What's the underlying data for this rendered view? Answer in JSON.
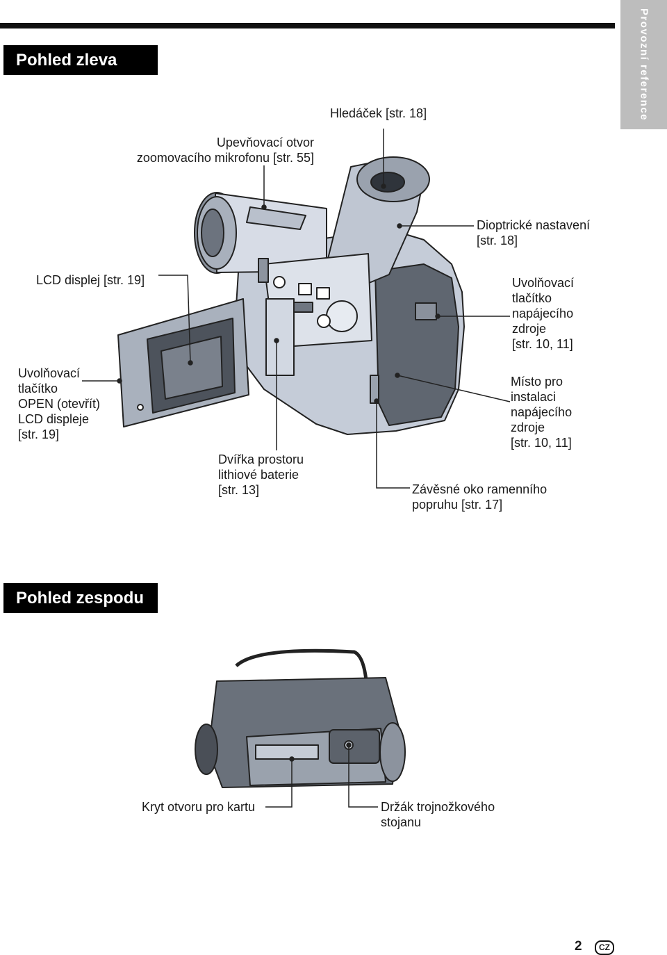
{
  "side_tab": "Provozní reference",
  "sections": {
    "left_view": "Pohled zleva",
    "bottom_view": "Pohled zespodu"
  },
  "left_labels": {
    "mic_mount": [
      "Upevňovací otvor",
      "zoomovacího mikrofonu [str. 55]"
    ],
    "viewfinder": [
      "Hledáček [str. 18]"
    ],
    "diopter": [
      "Dioptrické nastavení",
      "[str. 18]"
    ],
    "lcd_display": [
      "LCD displej [str. 19]"
    ],
    "power_release": [
      "Uvolňovací",
      "tlačítko",
      "napájecího",
      "zdroje",
      "[str. 10, 11]"
    ],
    "lcd_open": [
      "Uvolňovací",
      "tlačítko",
      "OPEN (otevřít)",
      "LCD displeje",
      "[str. 19]"
    ],
    "power_mount": [
      "Místo pro",
      "instalaci",
      "napájecího",
      "zdroje",
      "[str. 10, 11]"
    ],
    "battery_door": [
      "Dvířka prostoru",
      "lithiové baterie",
      "[str. 13]"
    ],
    "strap_eyelet": [
      "Závěsné oko ramenního",
      "popruhu [str. 17]"
    ]
  },
  "bottom_labels": {
    "card_cover": [
      "Kryt otvoru pro kartu"
    ],
    "tripod_mount": [
      "Držák trojnožkového",
      "stojanu"
    ]
  },
  "page_number": "2",
  "language_badge": "CZ",
  "icons": [
    "camcorder-left-view-illustration",
    "camcorder-bottom-view-illustration"
  ]
}
